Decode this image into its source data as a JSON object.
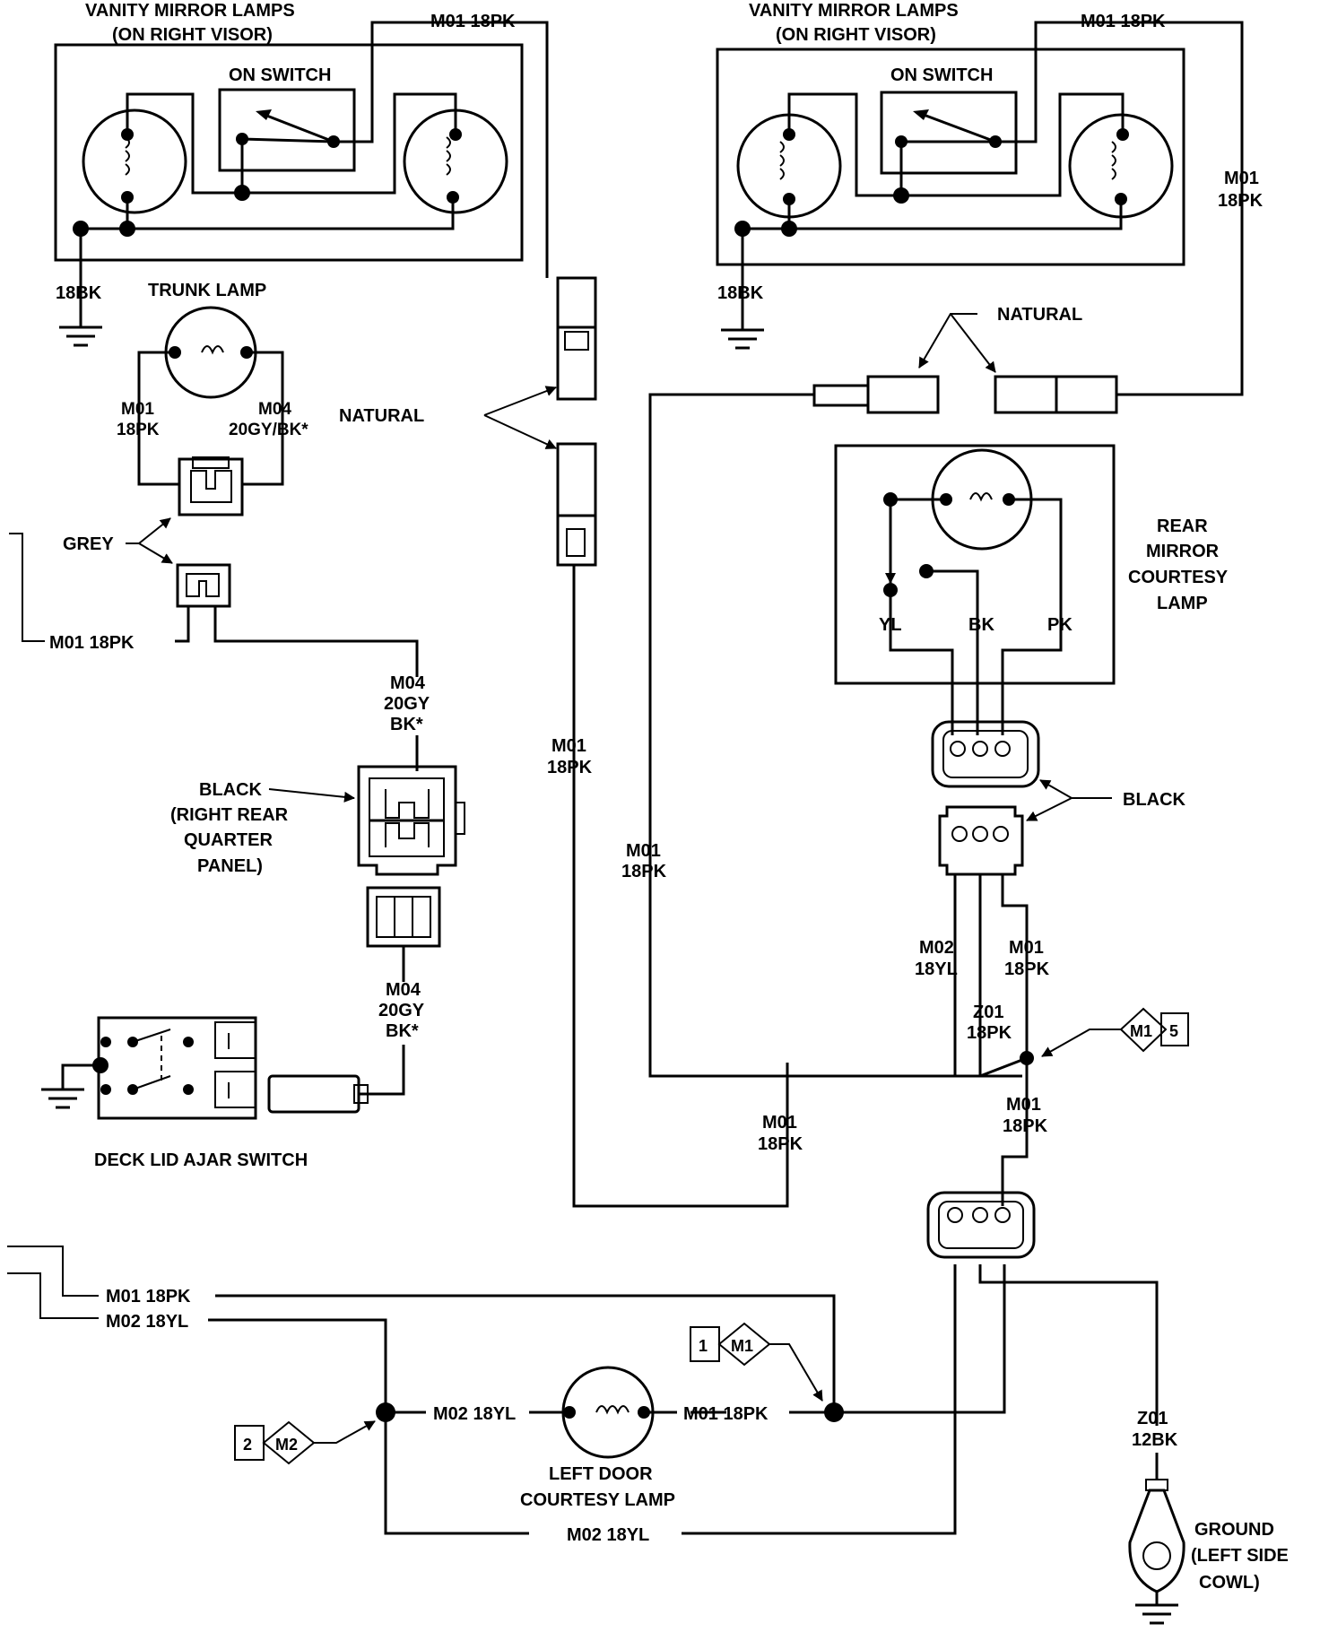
{
  "labels": {
    "vanity_title_1": "VANITY MIRROR LAMPS",
    "vanity_sub_1": "(ON RIGHT VISOR)",
    "vanity_title_2": "VANITY MIRROR LAMPS",
    "vanity_sub_2": "(ON RIGHT VISOR)",
    "on_switch_1": "ON SWITCH",
    "on_switch_2": "ON SWITCH",
    "m01_18pk_top_1": "M01 18PK",
    "m01_18pk_top_2": "M01 18PK",
    "m01_right_a": "M01",
    "m01_right_b": "18PK",
    "gnd_18bk_1": "18BK",
    "gnd_18bk_2": "18BK",
    "trunk_lamp": "TRUNK LAMP",
    "natural_right": "NATURAL",
    "natural_left": "NATURAL",
    "trunk_m01_a": "M01",
    "trunk_m01_b": "18PK",
    "trunk_m04_a": "M04",
    "trunk_m04_b": "20GY/BK*",
    "grey": "GREY",
    "m01_18pk_left": "M01 18PK",
    "m04_mid_a": "M04",
    "m04_mid_b": "20GY",
    "m04_mid_c": "BK*",
    "black_left_1": "BLACK",
    "black_left_2": "(RIGHT REAR",
    "black_left_3": "QUARTER",
    "black_left_4": "PANEL)",
    "m04_low_a": "M04",
    "m04_low_b": "20GY",
    "m04_low_c": "BK*",
    "deck_lid": "DECK LID AJAR SWITCH",
    "m01_center_a": "M01",
    "m01_center_b": "18PK",
    "m01_vert2_a": "M01",
    "m01_vert2_b": "18PK",
    "rear_1": "REAR",
    "rear_2": "MIRROR",
    "rear_3": "COURTESY",
    "rear_4": "LAMP",
    "yl": "YL",
    "bk": "BK",
    "pk": "PK",
    "black_right": "BLACK",
    "m02_18yl_a": "M02",
    "m02_18yl_b": "18YL",
    "m01_r_a": "M01",
    "m01_r_b": "18PK",
    "z01_a": "Z01",
    "z01_b": "18PK",
    "m1_tag": "M1",
    "m1_num": "5",
    "m01_r2_a": "M01",
    "m01_r2_b": "18PK",
    "m01_bottom_a": "M01",
    "m01_bottom_b": "18PK",
    "m01_18pk_bus": "M01 18PK",
    "m02_18yl_bus": "M02 18YL",
    "m1_left_num": "1",
    "m1_left_tag": "M1",
    "m2_num": "2",
    "m2_tag": "M2",
    "m02_18yl_lamp": "M02 18YL",
    "m01_18pk_lamp": "M01 18PK",
    "left_door_1": "LEFT DOOR",
    "left_door_2": "COURTESY LAMP",
    "m02_18yl_bottom": "M02 18YL",
    "z01_12bk_a": "Z01",
    "z01_12bk_b": "12BK",
    "ground_1": "GROUND",
    "ground_2": "(LEFT SIDE",
    "ground_3": "COWL)"
  }
}
